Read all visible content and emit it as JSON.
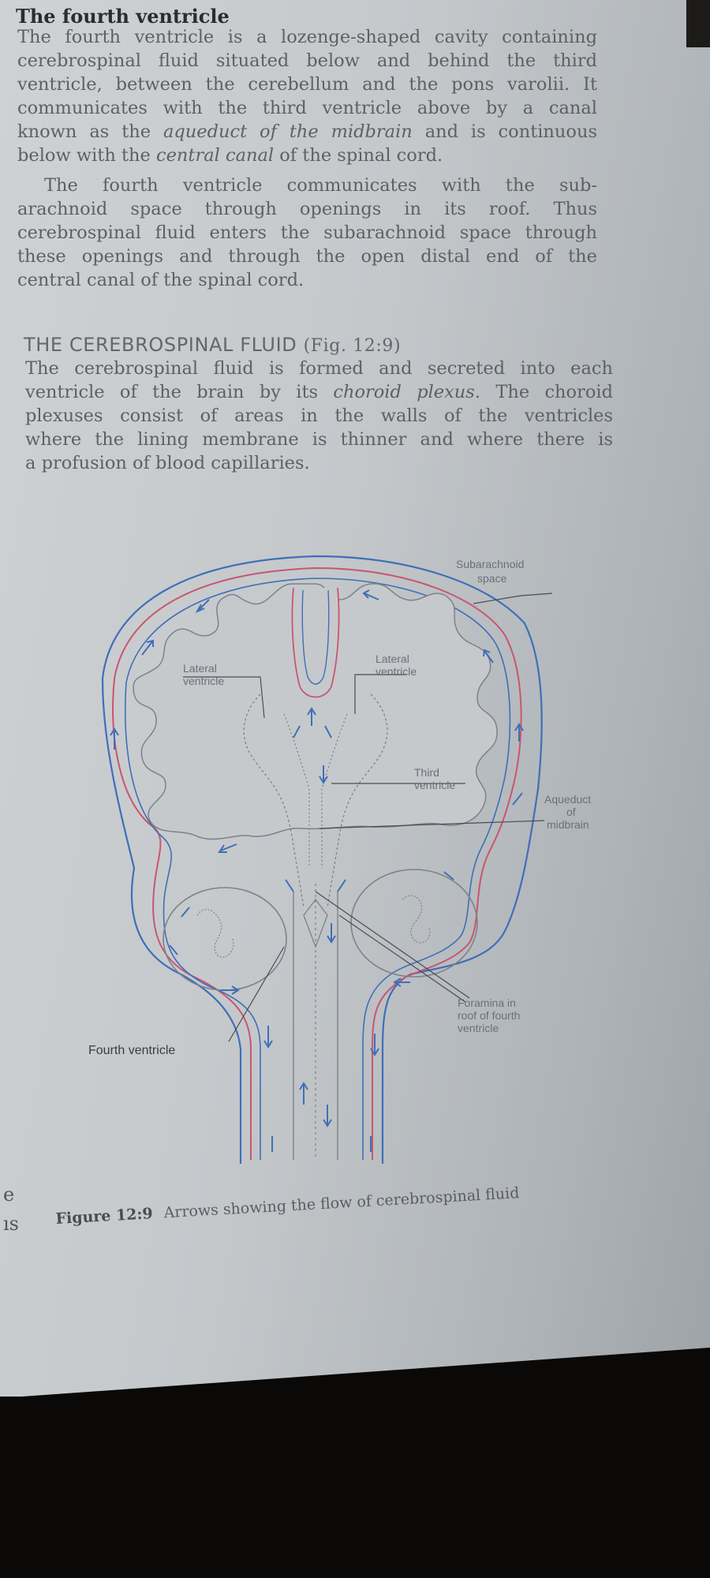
{
  "heading": "The fourth ventricle",
  "para1": {
    "lines": [
      "The fourth ventricle is a lozenge-shaped cavity containing",
      "cerebrospinal fluid situated below and behind the third",
      "ventricle, between the cerebellum and the pons varolii. It",
      "communicates with the third ventricle above by a canal",
      "known as the ",
      "below with the "
    ],
    "line5_em": "aqueduct of the midbrain",
    "line5_after": " and is continuous",
    "line6_em": "central canal",
    "line6_after": " of the spinal cord."
  },
  "para2": {
    "lines": [
      "The fourth ventricle communicates with the sub-",
      "arachnoid space through openings in its roof. Thus",
      "cerebrospinal fluid enters the subarachnoid space through",
      "these openings and through the open distal end of the",
      "central canal of the spinal cord."
    ]
  },
  "section": {
    "title": "THE CEREBROSPINAL FLUID",
    "ref": "(Fig. 12:9)"
  },
  "para3": {
    "line1": "The cerebrospinal fluid is formed and secreted into each",
    "line2_before": "ventricle of the brain by its ",
    "line2_em": "choroid plexus.",
    "line2_after": " The choroid",
    "line3": "plexuses consist of areas in the walls of the ventricles",
    "line4": "where the lining membrane is thinner and where there is",
    "line5": "a profusion of blood capillaries."
  },
  "diagram": {
    "labels": {
      "subarachnoid_1": "Subarachnoid",
      "subarachnoid_2": "space",
      "lateral_left_1": "Lateral",
      "lateral_left_2": "ventricle",
      "lateral_right_1": "Lateral",
      "lateral_right_2": "ventricle",
      "third_1": "Third",
      "third_2": "ventricle",
      "aqueduct_1": "Aqueduct",
      "aqueduct_2": "of",
      "aqueduct_3": "midbrain",
      "foramina_1": "Foramina in",
      "foramina_2": "roof of fourth",
      "foramina_3": "ventricle",
      "fourth": "Fourth ventricle"
    },
    "colors": {
      "blue": "#3f6fb8",
      "red": "#c9566e",
      "grey": "#7d8288"
    }
  },
  "caption": {
    "label": "Figure 12:9",
    "text": "Arrows showing the flow of cerebrospinal fluid"
  },
  "margin": {
    "top": "e",
    "bottom": "ıs"
  }
}
